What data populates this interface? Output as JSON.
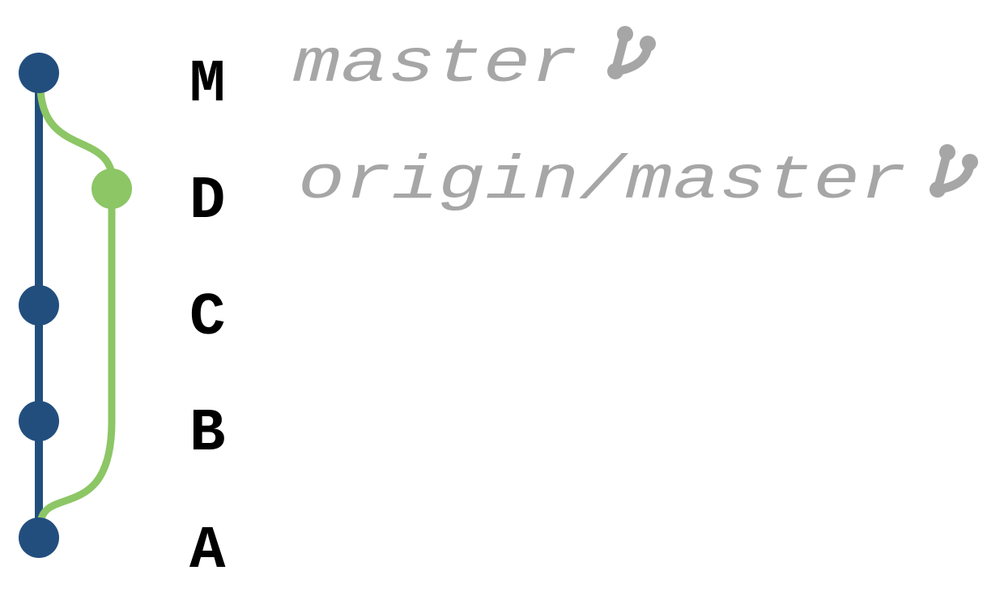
{
  "colors": {
    "mainline": "#224e7e",
    "branch": "#8cc665",
    "commit_text": "#000000",
    "branch_label": "#a6a6a6"
  },
  "commits": [
    {
      "id": "M",
      "lane": "main"
    },
    {
      "id": "D",
      "lane": "branch"
    },
    {
      "id": "C",
      "lane": "main"
    },
    {
      "id": "B",
      "lane": "main"
    },
    {
      "id": "A",
      "lane": "main"
    }
  ],
  "refs": [
    {
      "name": "master",
      "points_to": "M",
      "icon": "branch-icon"
    },
    {
      "name": "origin/master",
      "points_to": "D",
      "icon": "branch-icon"
    }
  ]
}
